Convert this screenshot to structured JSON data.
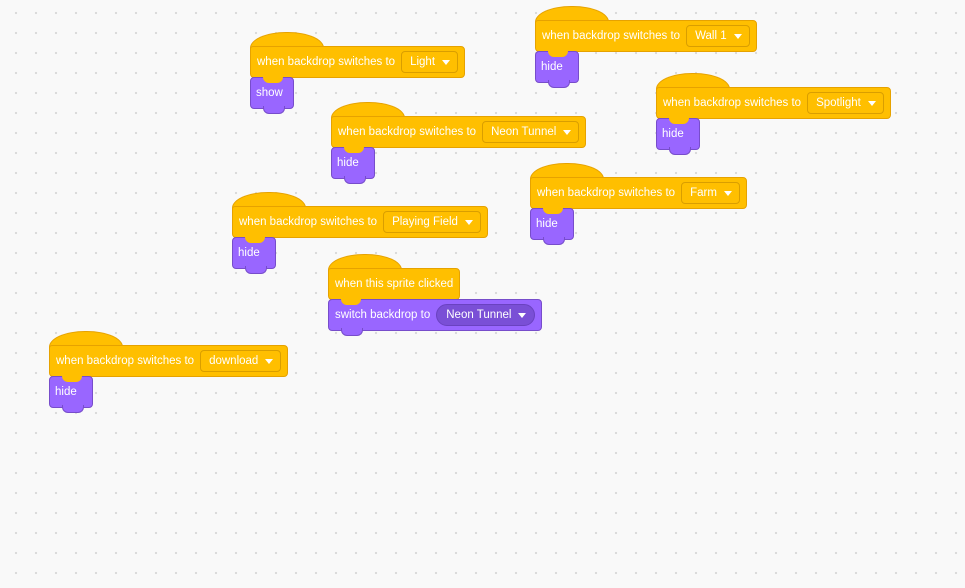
{
  "scripts": [
    {
      "id": "light",
      "hat_label": "when backdrop switches to",
      "hat_value": "Light",
      "action_label": "show"
    },
    {
      "id": "wall1",
      "hat_label": "when backdrop switches to",
      "hat_value": "Wall 1",
      "action_label": "hide"
    },
    {
      "id": "spotlight",
      "hat_label": "when backdrop switches to",
      "hat_value": "Spotlight",
      "action_label": "hide"
    },
    {
      "id": "neon",
      "hat_label": "when backdrop switches to",
      "hat_value": "Neon Tunnel",
      "action_label": "hide"
    },
    {
      "id": "farm",
      "hat_label": "when backdrop switches to",
      "hat_value": "Farm",
      "action_label": "hide"
    },
    {
      "id": "playing",
      "hat_label": "when backdrop switches to",
      "hat_value": "Playing Field",
      "action_label": "hide"
    },
    {
      "id": "clicked",
      "hat_label": "when this sprite clicked",
      "action_label": "switch backdrop to",
      "action_value": "Neon Tunnel"
    },
    {
      "id": "download",
      "hat_label": "when backdrop switches to",
      "hat_value": "download",
      "action_label": "hide"
    }
  ],
  "colors": {
    "events": "#ffbf00",
    "looks": "#9966ff",
    "workspace": "#f9f9f9"
  },
  "icons": {
    "dropdown": "caret-down-icon"
  }
}
